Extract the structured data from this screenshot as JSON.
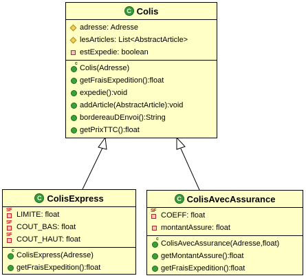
{
  "classes": {
    "colis": {
      "name": "Colis",
      "attributes": [
        {
          "icon": "protected-field-icon",
          "text": "adresse: Adresse"
        },
        {
          "icon": "protected-field-icon",
          "text": "lesArticles: List<AbstractArticle>"
        },
        {
          "icon": "private-field-icon",
          "text": "estExpedie: boolean"
        }
      ],
      "methods": [
        {
          "icon": "constructor-icon",
          "text": "Colis(Adresse)"
        },
        {
          "icon": "public-method-icon",
          "text": "getFraisExpedition():float"
        },
        {
          "icon": "public-method-icon",
          "text": "expedie():void"
        },
        {
          "icon": "public-method-icon",
          "text": "addArticle(AbstractArticle):void"
        },
        {
          "icon": "public-method-icon",
          "text": "bordereauDEnvoi():String"
        },
        {
          "icon": "public-method-icon",
          "text": "getPrixTTC():float"
        }
      ]
    },
    "colisExpress": {
      "name": "ColisExpress",
      "attributes": [
        {
          "icon": "static-final-field-icon",
          "text": "LIMITE: float"
        },
        {
          "icon": "static-final-field-icon",
          "text": "COUT_BAS: float"
        },
        {
          "icon": "static-final-field-icon",
          "text": "COUT_HAUT: float"
        }
      ],
      "methods": [
        {
          "icon": "constructor-icon",
          "text": "ColisExpress(Adresse)"
        },
        {
          "icon": "public-method-icon",
          "text": "getFraisExpedition():float"
        }
      ]
    },
    "colisAvecAssurance": {
      "name": "ColisAvecAssurance",
      "attributes": [
        {
          "icon": "static-final-field-icon",
          "text": "COEFF: float"
        },
        {
          "icon": "private-field-icon",
          "text": "montantAssure: float"
        }
      ],
      "methods": [
        {
          "icon": "constructor-icon",
          "text": "ColisAvecAssurance(Adresse,float)"
        },
        {
          "icon": "public-method-icon",
          "text": "getMontantAssure():float"
        },
        {
          "icon": "public-method-icon",
          "text": "getFraisExpedition():float"
        }
      ]
    }
  },
  "relations": [
    {
      "type": "generalization",
      "from": "ColisExpress",
      "to": "Colis"
    },
    {
      "type": "generalization",
      "from": "ColisAvecAssurance",
      "to": "Colis"
    }
  ],
  "colors": {
    "class_fill": "#ffffc6",
    "class_icon": "#3a9a3a"
  }
}
